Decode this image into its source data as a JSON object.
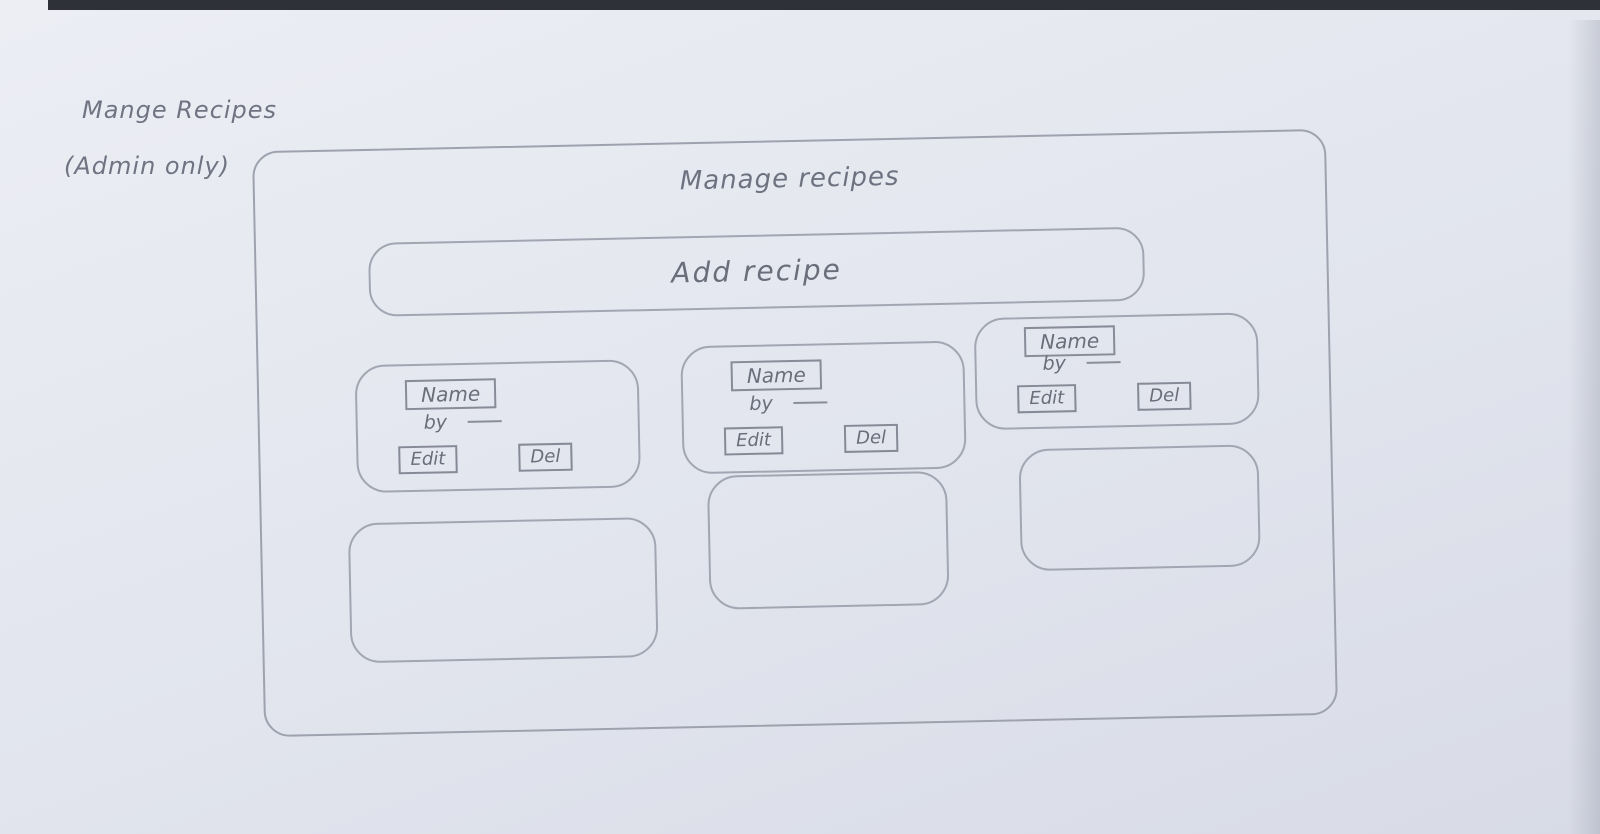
{
  "note": {
    "line1": "Mange Recipes",
    "line2": "(Admin only)"
  },
  "frame": {
    "title": "Manage recipes"
  },
  "add_button": {
    "label": "Add recipe"
  },
  "cards": [
    {
      "name": "Name",
      "by": "by",
      "edit_label": "Edit",
      "delete_label": "Del"
    },
    {
      "name": "Name",
      "by": "by",
      "edit_label": "Edit",
      "delete_label": "Del"
    },
    {
      "name": "Name",
      "by": "by",
      "edit_label": "Edit",
      "delete_label": "Del"
    }
  ],
  "colors": {
    "paper": "#e6e8ef",
    "pencil": "#6a6e7a"
  }
}
